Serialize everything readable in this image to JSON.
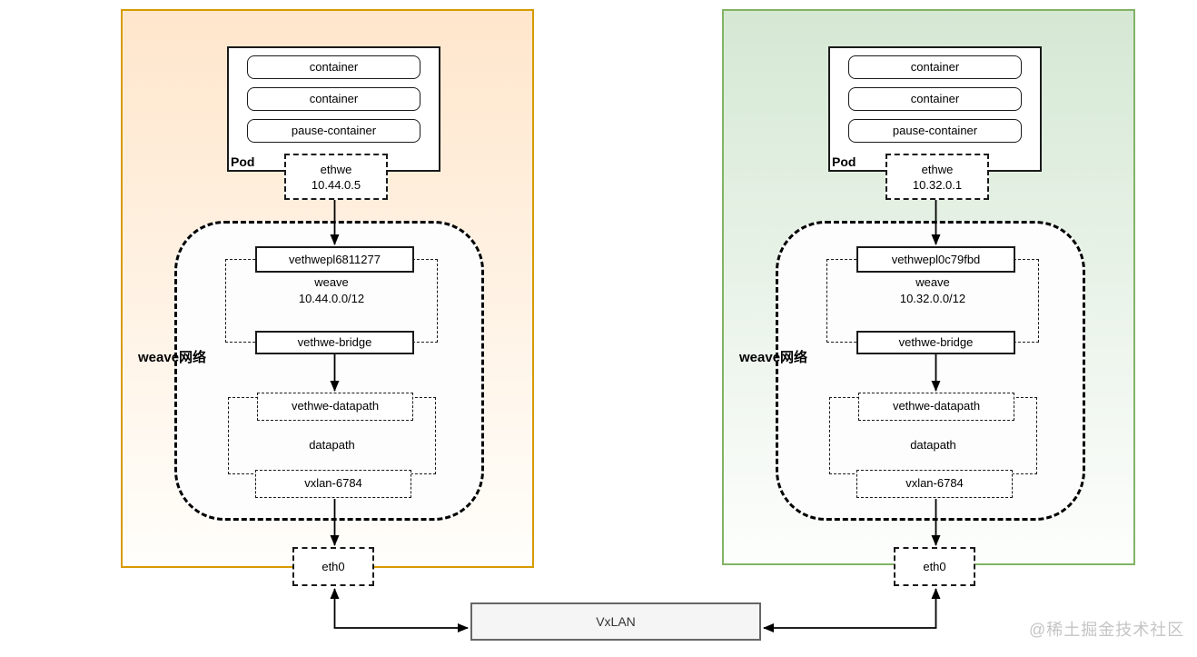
{
  "diagram_title": "weave-network-cross-node-diagram",
  "colors": {
    "node1_border": "#d79b00",
    "node1_fill_top": "#ffe6cc",
    "node2_border": "#82b366",
    "node2_fill_top": "#d5e8d4",
    "box_fill": "#ffffff",
    "vxlan_fill": "#f5f5f5",
    "vxlan_border": "#666666",
    "line": "#000000",
    "watermark": "#c4c4c4"
  },
  "panels": [
    {
      "pod": {
        "label": "Pod",
        "containers": [
          "container",
          "container",
          "pause-container"
        ]
      },
      "ethwe": {
        "name": "ethwe",
        "ip": "10.44.0.5"
      },
      "network": {
        "label": "weave网络",
        "veth_pl": "vethwepl6811277",
        "weave_name": "weave",
        "weave_cidr": "10.44.0.0/12",
        "bridge": "vethwe-bridge",
        "veth_datapath": "vethwe-datapath",
        "datapath": "datapath",
        "vxlan": "vxlan-6784"
      },
      "eth0": "eth0"
    },
    {
      "pod": {
        "label": "Pod",
        "containers": [
          "container",
          "container",
          "pause-container"
        ]
      },
      "ethwe": {
        "name": "ethwe",
        "ip": "10.32.0.1"
      },
      "network": {
        "label": "weave网络",
        "veth_pl": "vethwepl0c79fbd",
        "weave_name": "weave",
        "weave_cidr": "10.32.0.0/12",
        "bridge": "vethwe-bridge",
        "veth_datapath": "vethwe-datapath",
        "datapath": "datapath",
        "vxlan": "vxlan-6784"
      },
      "eth0": "eth0"
    }
  ],
  "vxlan_label": "VxLAN",
  "watermark": "@稀土掘金技术社区"
}
